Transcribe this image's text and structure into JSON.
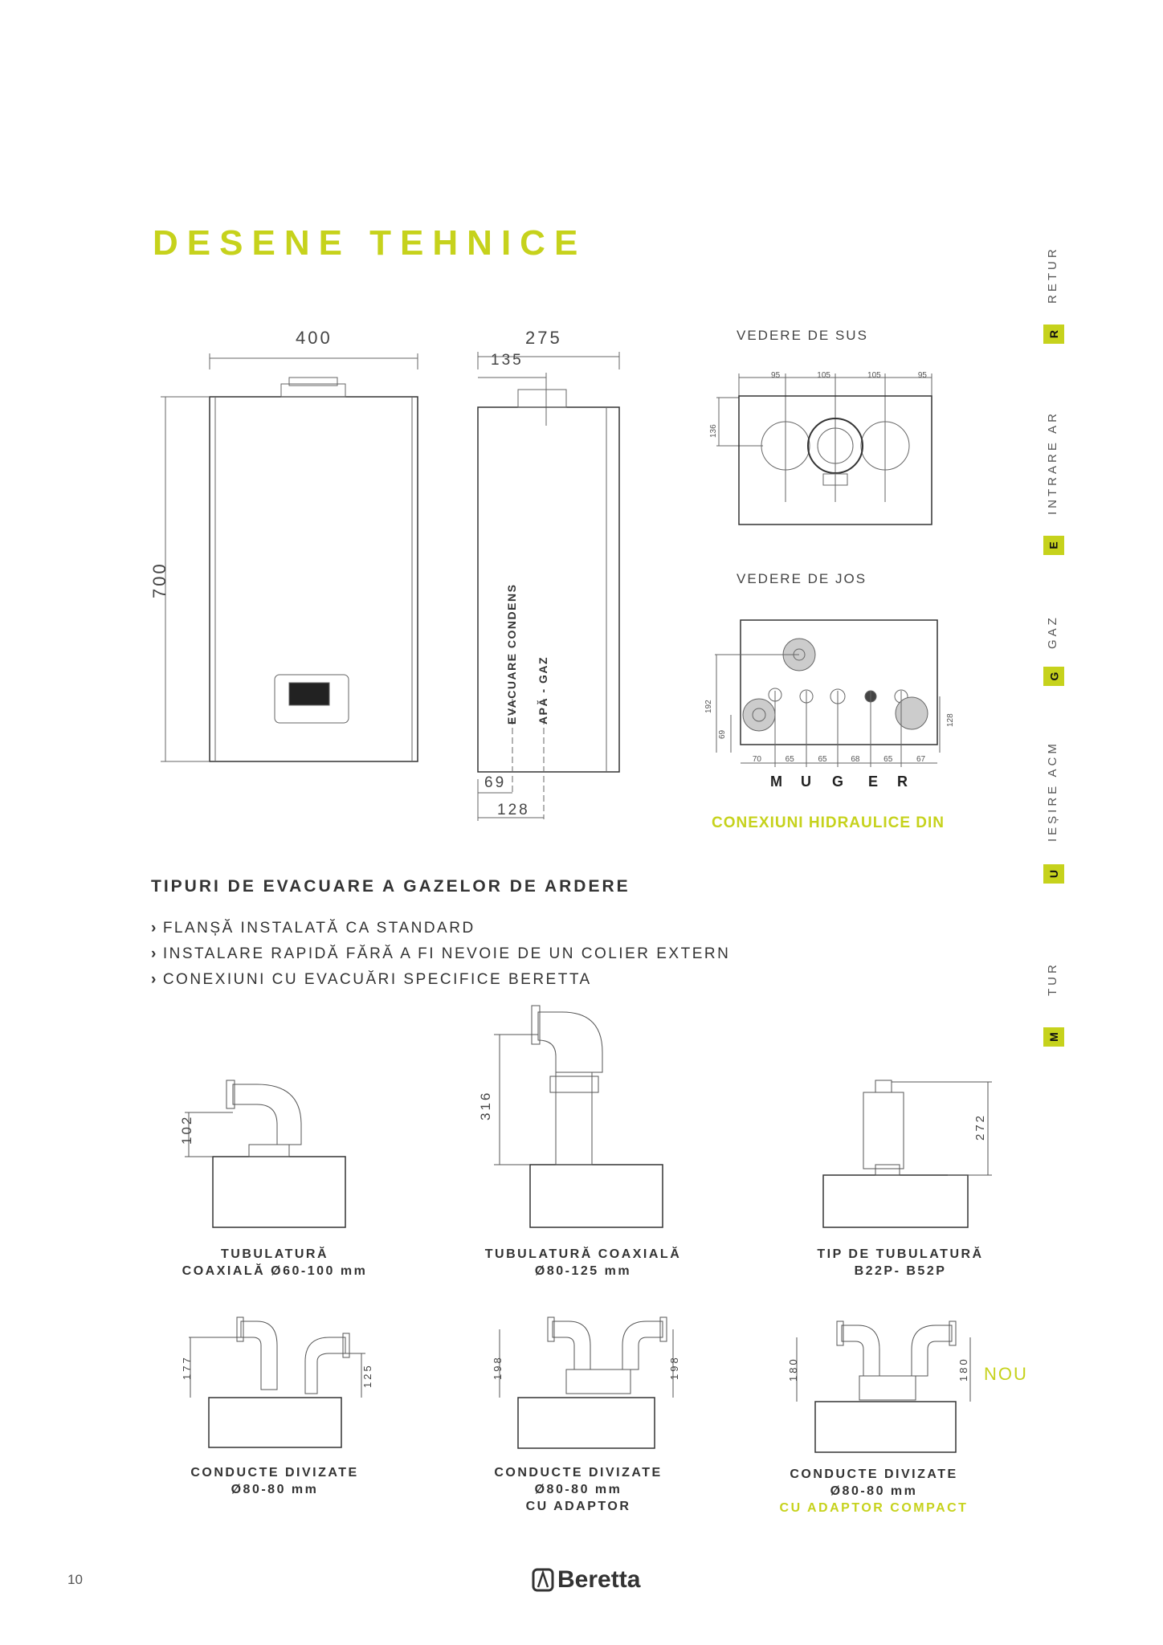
{
  "title": "DESENE TEHNICE",
  "front_view": {
    "width_dim": "400",
    "height_dim": "700"
  },
  "side_view": {
    "depth_dim": "275",
    "half_dim": "135",
    "bottom_dim_1": "69",
    "bottom_dim_2": "128",
    "label_condens": "EVACUARE CONDENS",
    "label_apa_gaz": "APĂ - GAZ"
  },
  "top_view": {
    "label": "VEDERE DE SUS",
    "dims": [
      "95",
      "105",
      "105",
      "95"
    ],
    "height_dim": "136"
  },
  "bottom_view": {
    "label": "VEDERE DE JOS",
    "dims": [
      "70",
      "65",
      "65",
      "68",
      "65",
      "67"
    ],
    "left_dims": [
      "192",
      "69"
    ],
    "right_dim": "128",
    "connections": [
      "M",
      "U",
      "G",
      "E",
      "R"
    ]
  },
  "connections_title": "CONEXIUNI HIDRAULICE DIN",
  "legend": [
    {
      "code": "R",
      "label": "RETUR"
    },
    {
      "code": "E",
      "label": "INTRARE AR"
    },
    {
      "code": "G",
      "label": "GAZ"
    },
    {
      "code": "U",
      "label": "IEȘIRE ACM"
    },
    {
      "code": "M",
      "label": "TUR"
    }
  ],
  "flue_section": {
    "heading": "TIPURI DE EVACUARE A GAZELOR DE ARDERE",
    "bullets": [
      "FLANȘĂ INSTALATĂ CA STANDARD",
      "INSTALARE RAPIDĂ FĂRĂ A FI NEVOIE DE UN COLIER EXTERN",
      "CONEXIUNI CU EVACUĂRI SPECIFICE BERETTA"
    ],
    "types": [
      {
        "dim": "102",
        "line1": "TUBULATURĂ",
        "line2": "COAXIALĂ Ø60-100 mm"
      },
      {
        "dim": "316",
        "line1": "TUBULATURĂ COAXIALĂ",
        "line2": "Ø80-125 mm"
      },
      {
        "dim": "272",
        "line1": "TIP DE TUBULATURĂ",
        "line2": "B22P- B52P"
      },
      {
        "dims": [
          "177",
          "125"
        ],
        "line1": "CONDUCTE DIVIZATE",
        "line2": "Ø80-80 mm"
      },
      {
        "dims": [
          "198",
          "198"
        ],
        "line1": "CONDUCTE DIVIZATE",
        "line2": "Ø80-80 mm",
        "line3": "CU ADAPTOR"
      },
      {
        "dims": [
          "180",
          "180"
        ],
        "line1": "CONDUCTE DIVIZATE",
        "line2": "Ø80-80 mm",
        "line3": "CU ADAPTOR COMPACT",
        "badge": "NOU"
      }
    ]
  },
  "footer": {
    "page_number": "10",
    "brand": "Beretta"
  },
  "colors": {
    "accent": "#c6d21c",
    "text": "#333333"
  }
}
